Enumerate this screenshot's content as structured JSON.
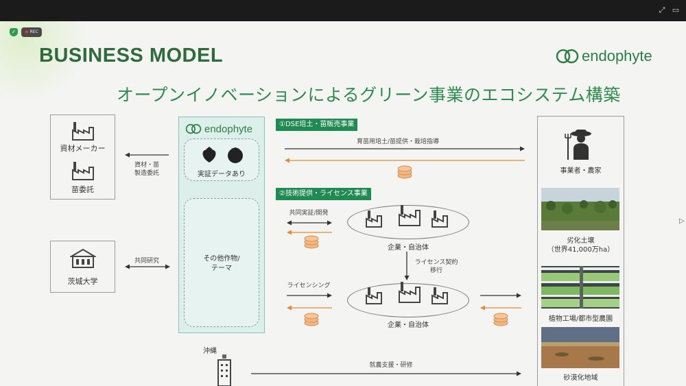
{
  "window": {
    "expand_icon": "expand-icon",
    "chat_icon": "chat-bubble-icon"
  },
  "recording": {
    "shield_icon": "shield-check-icon",
    "label": "REC"
  },
  "slide": {
    "title": "BUSINESS MODEL",
    "subtitle": "オープンイノベーションによるグリーン事業のエコシステム構築",
    "brand": "endophyte",
    "colors": {
      "title_green": "#2f6a3c",
      "brand_green": "#2f7d46",
      "tag_green": "#1f8a52",
      "panel_teal": "#dcefeb",
      "arrow_orange": "#e08a3a"
    }
  },
  "left": {
    "supplier1": "資材メーカー",
    "supplier2": "苗委託",
    "outsourcing_label_1": "資材・苗",
    "outsourcing_label_2": "製造委託",
    "university": "茨城大学",
    "joint_research": "共同研究"
  },
  "center": {
    "brand": "endophyte",
    "proven_data": "実証データあり",
    "other_crops_1": "その他作物/",
    "other_crops_2": "テーマ"
  },
  "flows": {
    "tag1": "①DSE培土・苗販売事業",
    "flow1_label": "育苗用培土/苗提供・栽培指導",
    "tag2": "②技術提供・ライセンス事業",
    "joint_dev": "共同実証/開発",
    "companies1": "企業・自治体",
    "license_transfer_1": "ライセンス契約",
    "license_transfer_2": "移行",
    "licensing": "ライセンシング",
    "companies2": "企業・自治体",
    "okinawa": "沖縄",
    "farming_support": "就農支援・研修"
  },
  "right": {
    "farmers": "事業者・農家",
    "degraded_soil_1": "劣化土壌",
    "degraded_soil_2": "（世界41,000万ha）",
    "plant_factory": "植物工場/都市型農園",
    "desert": "砂漠化地域"
  }
}
